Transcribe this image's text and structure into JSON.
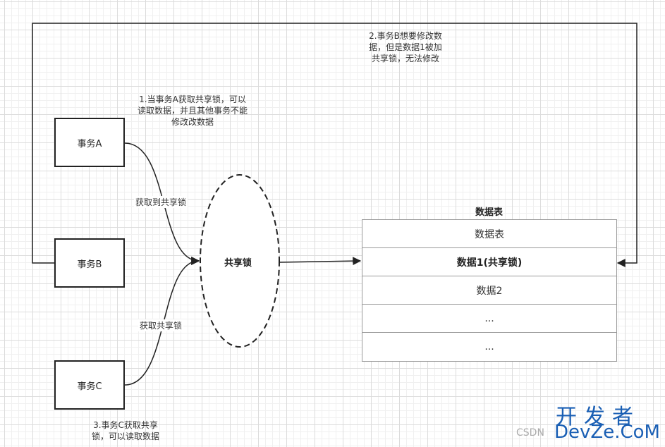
{
  "transactions": {
    "a": "事务A",
    "b": "事务B",
    "c": "事务C"
  },
  "notes": {
    "a": [
      "1.当事务A获取共享锁，可以",
      "读取数据，并且其他事务不能",
      "修改改数据"
    ],
    "b": [
      "2.事务B想要修改数",
      "据，但是数据1被加",
      "共享锁，无法修改"
    ],
    "c": [
      "3.事务C获取共享",
      "锁，可以读取数据"
    ]
  },
  "edges": {
    "a_to_lock": "获取到共享锁",
    "c_to_lock": "获取共享锁"
  },
  "lock": {
    "label": "共享锁"
  },
  "table": {
    "title": "数据表",
    "rows": [
      "数据表",
      "数据1(共享锁)",
      "数据2",
      "...",
      "..."
    ]
  },
  "watermark": {
    "logo": "开发者",
    "site": "DevZe.CoM",
    "csdn": "CSDN"
  },
  "colors": {
    "stroke": "#222222",
    "table_border": "#999999",
    "watermark": "#1a5fb4"
  }
}
